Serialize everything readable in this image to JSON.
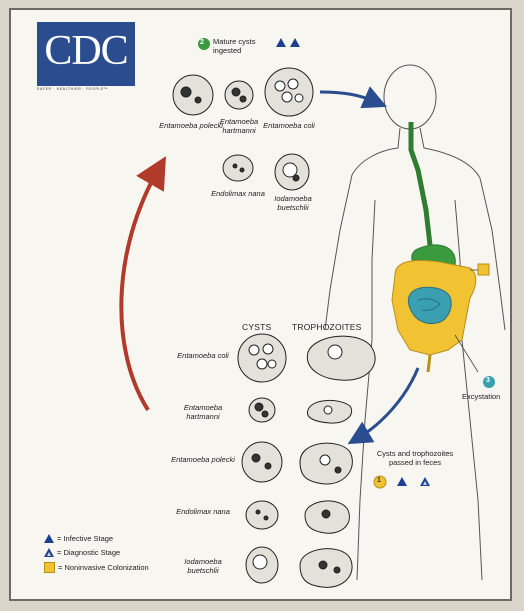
{
  "logo": {
    "text": "CDC",
    "tagline": "SAFER · HEALTHIER · PEOPLE™"
  },
  "step2": {
    "number": "2",
    "text": "Mature cysts ingested"
  },
  "top_cyst_labels": [
    "Entamoeba polecki",
    "Entamoeba hartmanni",
    "Entamoeba coli",
    "Endolimax nana",
    "Iodamoeba buetschlii"
  ],
  "table": {
    "col_cysts": "CYSTS",
    "col_trophozoites": "TROPHOZOITES",
    "rows": [
      "Entamoeba coli",
      "Entamoeba hartmanni",
      "Entamoeba polecki",
      "Endolimax nana",
      "Iodamoeba buetschlii"
    ]
  },
  "step3": {
    "number": "3",
    "text": "Excystation"
  },
  "step1": {
    "number": "1",
    "text": "Cysts and trophozoites passed in feces"
  },
  "legend": {
    "infective": "= Infective Stage",
    "diagnostic": "= Diagnostic Stage",
    "colonization": "= Noninvasive Colonization"
  },
  "colors": {
    "logo_blue": "#2b4d8f",
    "triangle_blue": "#1f3f8f",
    "arrow_red": "#b23a2a",
    "arrow_blue": "#2a4d8f",
    "esophagus_green": "#3a9a3e",
    "intestine_yellow": "#f1c232",
    "colon_teal": "#3a9fb0"
  }
}
